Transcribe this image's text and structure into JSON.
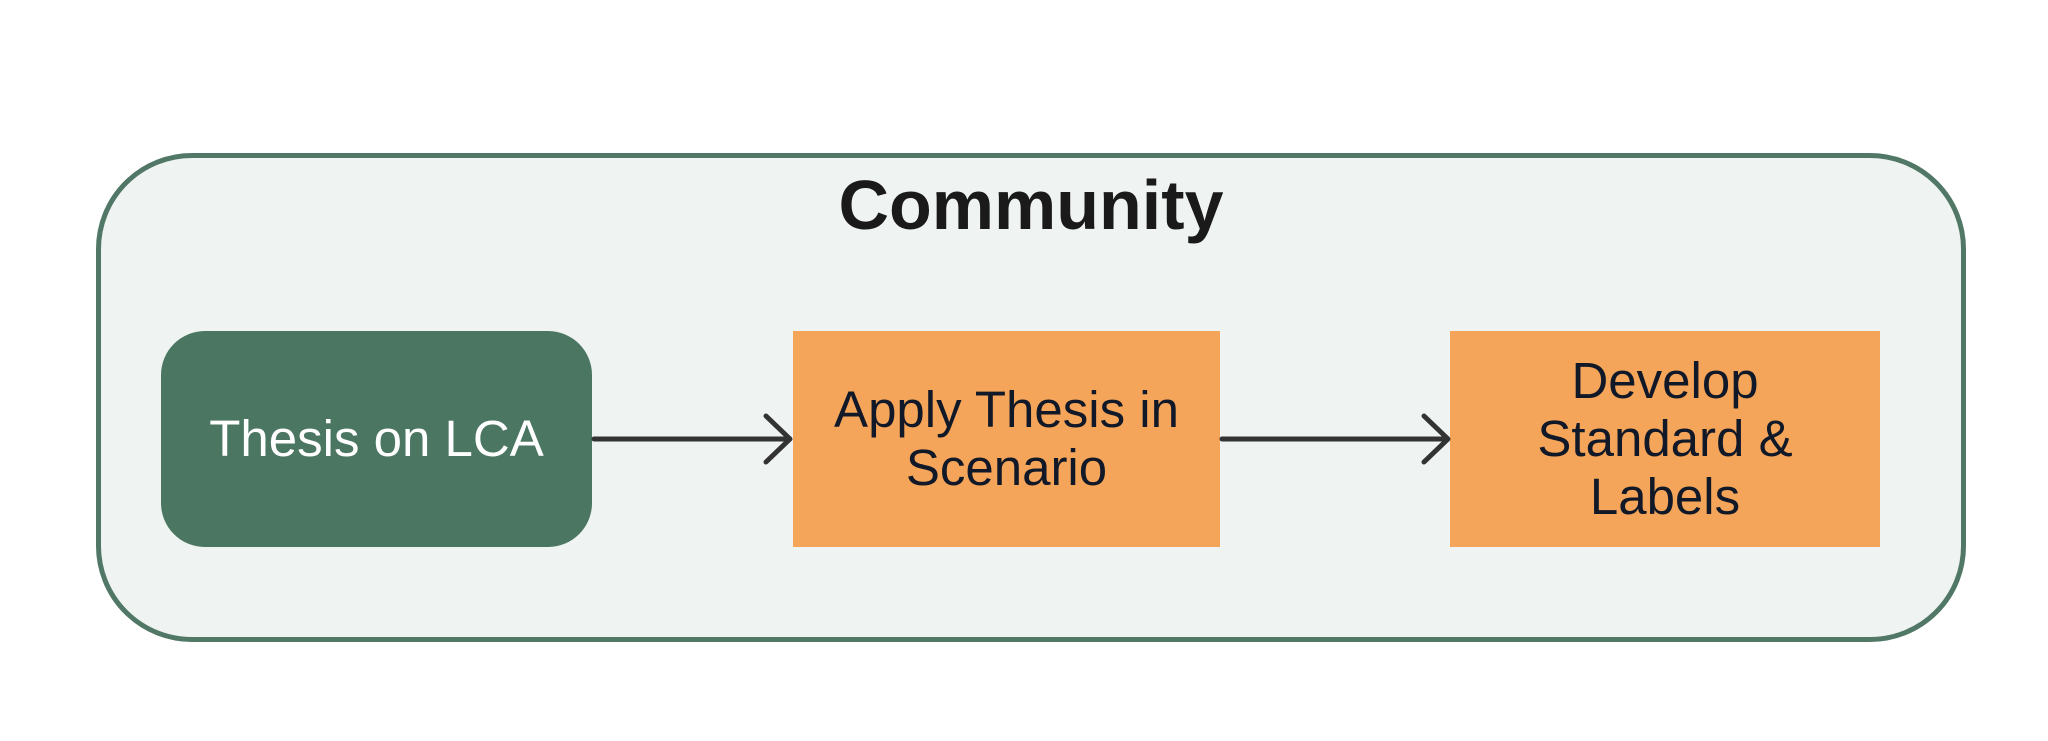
{
  "group": {
    "title": "Community"
  },
  "nodes": {
    "thesis": "Thesis on LCA",
    "apply": "Apply Thesis in Scenario",
    "develop": "Develop Standard & Labels"
  },
  "colors": {
    "group_border": "#517866",
    "group_fill": "#eff3f1",
    "start_node": "#4b7762",
    "process_node": "#f5a559",
    "arrow": "#333333"
  }
}
